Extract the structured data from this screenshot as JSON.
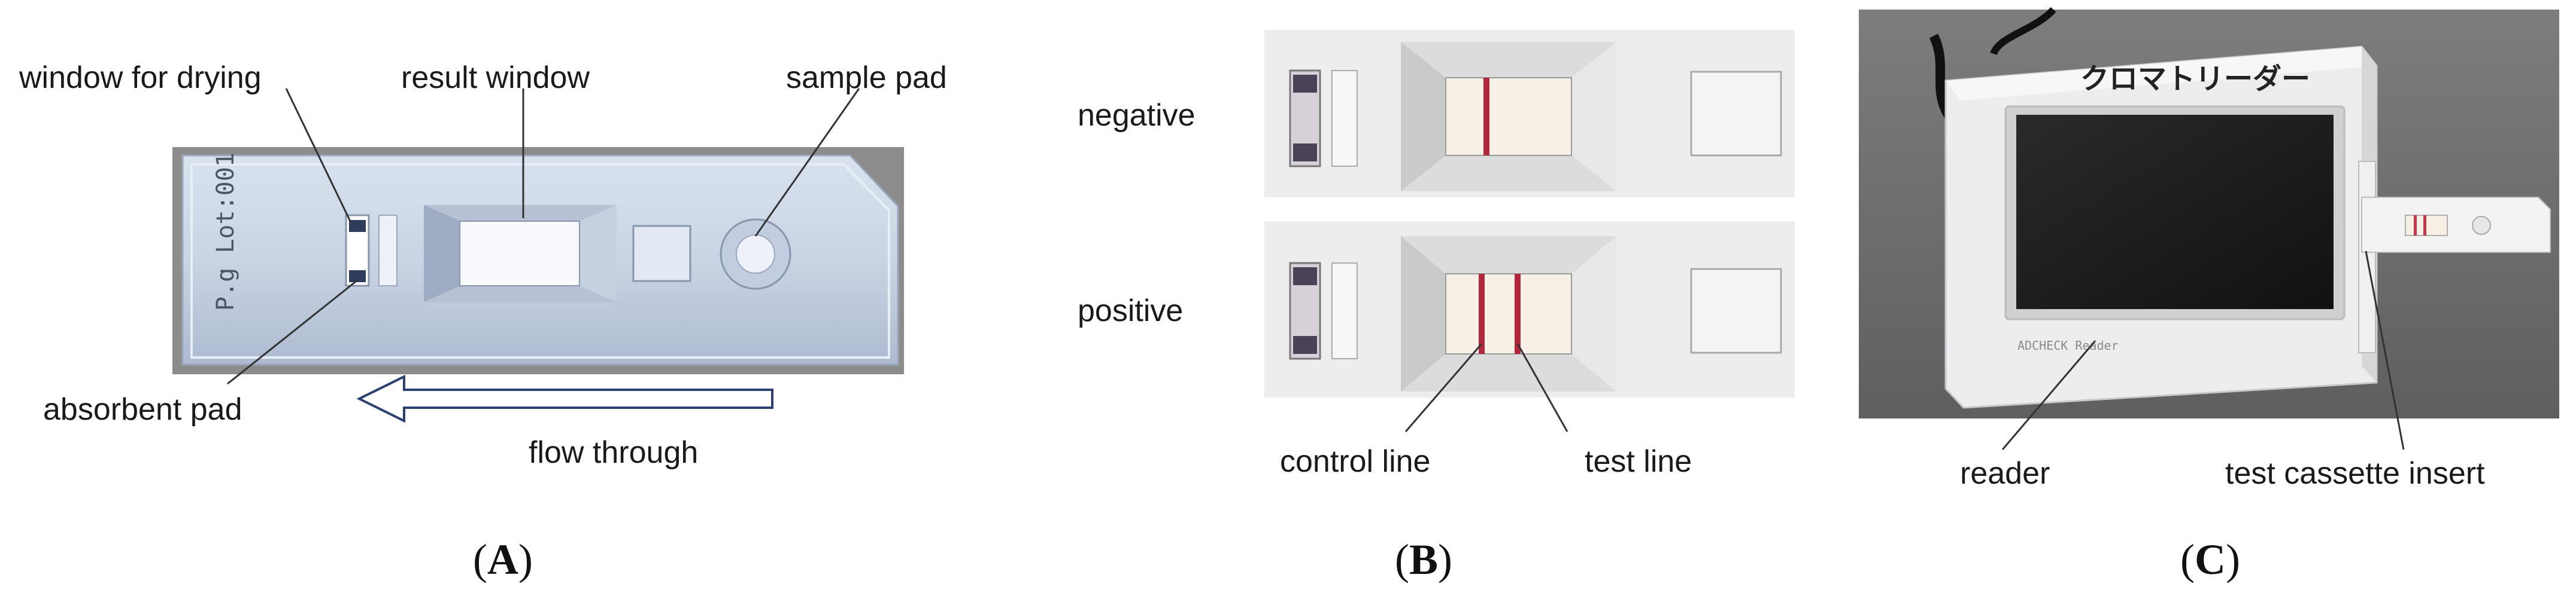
{
  "panel_a": {
    "labels": {
      "window_for_drying": "window for drying",
      "result_window": "result window",
      "sample_pad": "sample pad",
      "absorbent_pad": "absorbent pad",
      "flow_through": "flow through"
    },
    "cassette_text": "P.g  Lot:001",
    "caption_open": "(",
    "caption_letter": "A",
    "caption_close": ")"
  },
  "panel_b": {
    "labels": {
      "negative": "negative",
      "positive": "positive",
      "control_line": "control line",
      "test_line": "test line"
    },
    "line_color": "#b0283c",
    "caption_open": "(",
    "caption_letter": "B",
    "caption_close": ")"
  },
  "panel_c": {
    "labels": {
      "reader": "reader",
      "test_cassette_insert": "test cassette insert"
    },
    "device_title": "クロマトリーダー",
    "device_brand": "ADCHECK Reader",
    "caption_open": "(",
    "caption_letter": "C",
    "caption_close": ")"
  }
}
